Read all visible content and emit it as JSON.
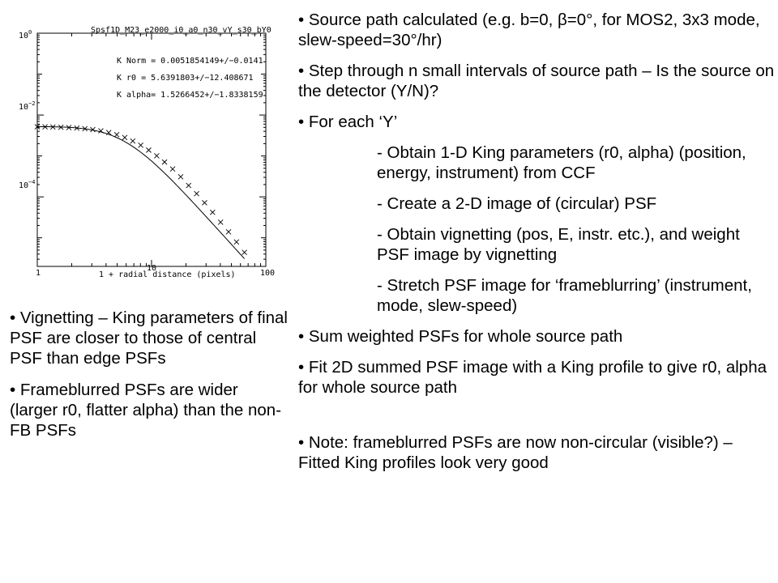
{
  "plot": {
    "title": "Spsf1D_M23_e2000_i0_a0_n30_vY_s30_bY0",
    "params": [
      "K Norm  = 0.0051854149+/−0.0141",
      "K r0    = 5.6391803+/−12.408671",
      "K alpha= 1.5266452+/−1.8338159"
    ],
    "y_ticks": [
      {
        "base": "10",
        "exp": "0"
      },
      {
        "base": "10",
        "exp": "−2"
      },
      {
        "base": "10",
        "exp": "−4"
      }
    ],
    "x_ticks": [
      "1",
      "10",
      "100"
    ],
    "xlabel": "1 + radial distance (pixels)"
  },
  "chart_data": {
    "type": "scatter",
    "title": "Spsf1D_M23_e2000_i0_a0_n30_vY_s30_bY0",
    "xlabel": "1 + radial distance (pixels)",
    "ylabel": "",
    "x_scale": "log",
    "y_scale": "log",
    "xlim": [
      1,
      100
    ],
    "ylim": [
      2e-06,
      1
    ],
    "grid": false,
    "model": {
      "norm": 0.0051854149,
      "r0": 5.6391803,
      "alpha": 1.5266452
    },
    "series": [
      {
        "x": [
          1,
          1.17,
          1.37,
          1.61,
          1.89,
          2.22,
          2.61,
          3.06,
          3.6,
          4.22,
          4.96,
          5.83,
          6.85,
          8.04,
          9.44,
          11.1,
          13.0,
          15.3,
          18.0,
          21.1,
          24.8,
          29.1,
          34.2,
          40.2,
          47.2,
          55.4,
          65.0
        ],
        "y": [
          0.00518,
          0.00514,
          0.0051,
          0.00503,
          0.00494,
          0.00481,
          0.00464,
          0.00441,
          0.00411,
          0.00374,
          0.00331,
          0.00282,
          0.00232,
          0.00183,
          0.00139,
          0.00101,
          0.00071,
          0.00048,
          0.00031,
          0.00019,
          0.00012,
          7.2e-05,
          4.2e-05,
          2.4e-05,
          1.4e-05,
          7.9e-06,
          4.4e-06
        ]
      }
    ]
  },
  "right_text": {
    "p1": "• Source path calculated (e.g. b=0, β=0°, for MOS2, 3x3 mode, slew-speed=30°/hr)",
    "p2": "• Step through n small intervals of source path – Is the source on the detector (Y/N)?",
    "p3": "• For each ‘Y’",
    "sub1": "- Obtain 1-D King parameters (r0, alpha) (position, energy, instrument) from CCF",
    "sub2": "- Create a 2-D image of (circular) PSF",
    "sub3": "- Obtain vignetting (pos, E, instr. etc.), and weight PSF image by vignetting",
    "sub4": "- Stretch PSF image for ‘frameblurring’ (instrument, mode, slew-speed)",
    "p4": "• Sum weighted PSFs for whole source path",
    "p5": "• Fit 2D summed PSF image with a King profile to give r0, alpha for whole source path",
    "p6": "• Note: frameblurred PSFs are now non-circular (visible?) – Fitted King profiles look very good"
  },
  "left_text": {
    "p1": "• Vignetting – King parameters of final PSF are closer to those of central PSF than edge PSFs",
    "p2": "• Frameblurred PSFs are wider (larger r0, flatter alpha) than the non-FB PSFs"
  }
}
